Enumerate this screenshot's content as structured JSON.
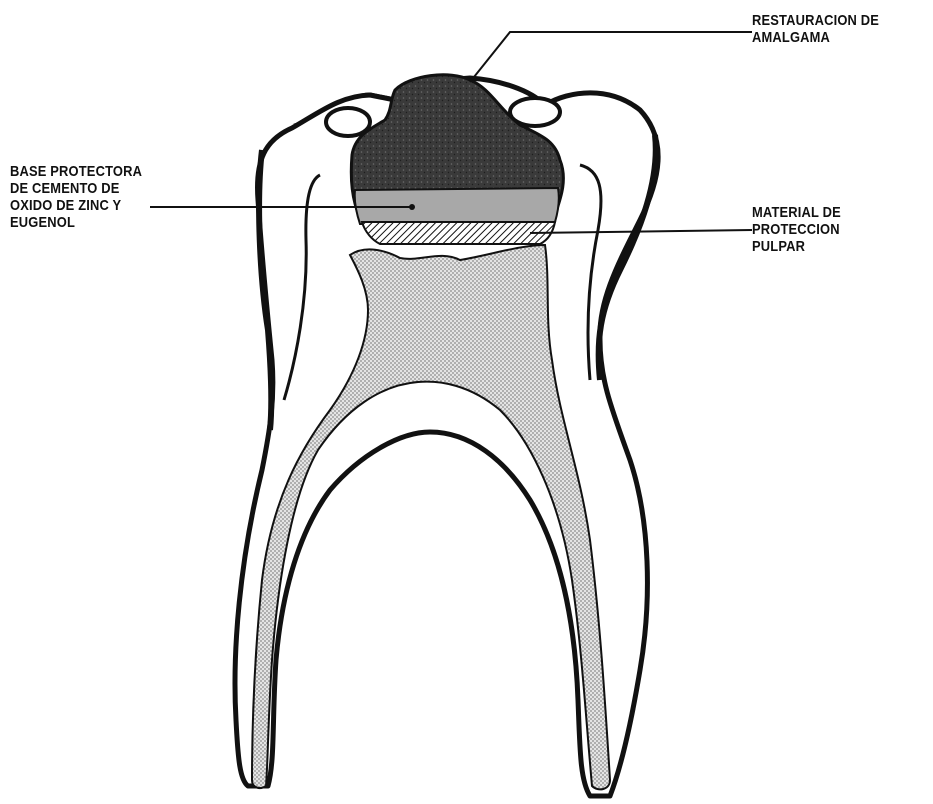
{
  "colors": {
    "ink": "#111111",
    "pulp_fill": "#c9c9c9",
    "amalgam_fill": "#3a3a3a",
    "base_fill": "#a8a8a8",
    "background": "#ffffff"
  },
  "labels": {
    "restauracion": {
      "line1": "RESTAURACION DE",
      "line2": "AMALGAMA"
    },
    "base": {
      "line1": "BASE PROTECTORA",
      "line2": "DE CEMENTO DE",
      "line3": "OXIDO DE ZINC Y",
      "line4": "EUGENOL"
    },
    "material": {
      "line1": "MATERIAL DE",
      "line2": "PROTECCION",
      "line3": "PULPAR"
    }
  },
  "parts": {
    "tooth": "molar",
    "enamel": "enamel-layer",
    "dentin": "dentin-layer",
    "pulp": "pulp-chamber",
    "restoration": "amalgam-restoration",
    "base": "zinc-oxide-eugenol-base",
    "liner": "pulp-protection-liner"
  }
}
